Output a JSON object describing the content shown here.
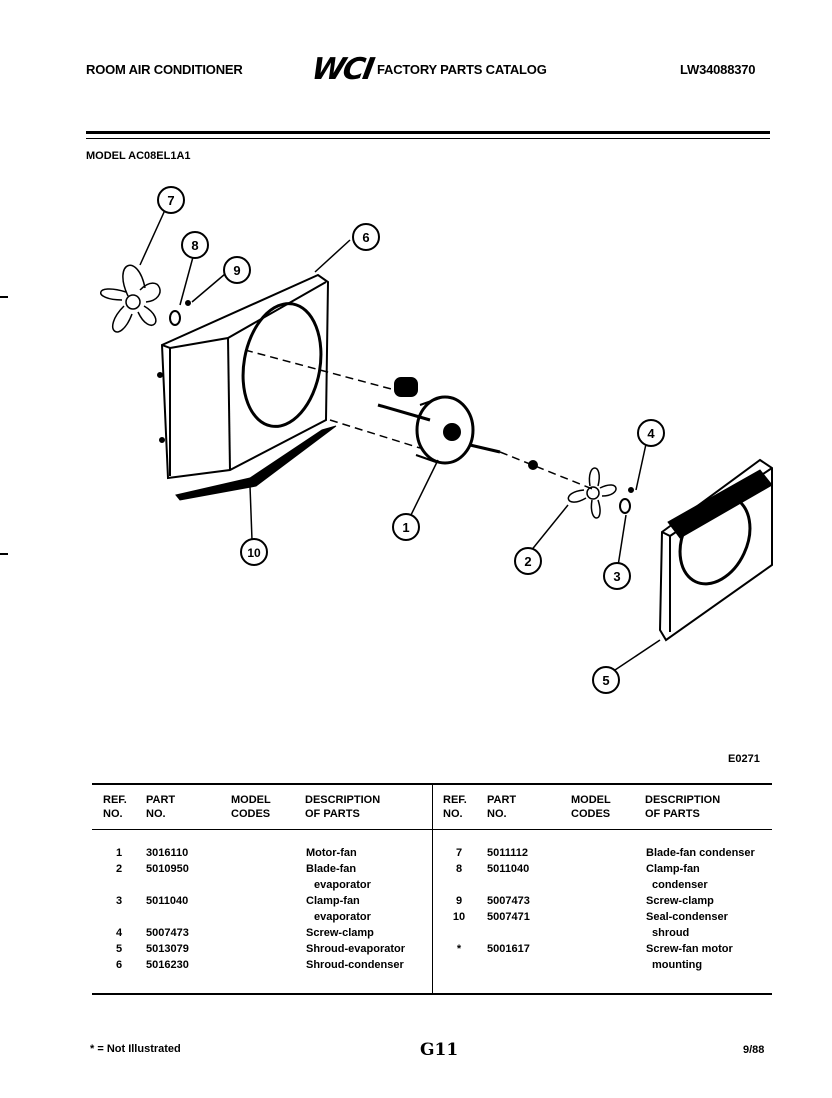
{
  "header": {
    "left": "ROOM AIR CONDITIONER",
    "logo": "WCI",
    "center": "FACTORY PARTS CATALOG",
    "right": "LW34088370"
  },
  "model": "MODEL AC08EL1A1",
  "diagram": {
    "code": "E0271",
    "callouts": [
      "1",
      "2",
      "3",
      "4",
      "5",
      "6",
      "7",
      "8",
      "9",
      "10"
    ]
  },
  "table": {
    "headers": {
      "ref": [
        "REF.",
        "NO."
      ],
      "part": [
        "PART",
        "NO."
      ],
      "model": [
        "MODEL",
        "CODES"
      ],
      "desc": [
        "DESCRIPTION",
        "OF PARTS"
      ]
    },
    "left_rows": [
      {
        "ref": "1",
        "part": "3016110",
        "desc": [
          "Motor-fan"
        ]
      },
      {
        "ref": "2",
        "part": "5010950",
        "desc": [
          "Blade-fan",
          "evaporator"
        ]
      },
      {
        "ref": "3",
        "part": "5011040",
        "desc": [
          "Clamp-fan",
          "evaporator"
        ]
      },
      {
        "ref": "4",
        "part": "5007473",
        "desc": [
          "Screw-clamp"
        ]
      },
      {
        "ref": "5",
        "part": "5013079",
        "desc": [
          "Shroud-evaporator"
        ]
      },
      {
        "ref": "6",
        "part": "5016230",
        "desc": [
          "Shroud-condenser"
        ]
      }
    ],
    "right_rows": [
      {
        "ref": "7",
        "part": "5011112",
        "desc": [
          "Blade-fan condenser"
        ]
      },
      {
        "ref": "8",
        "part": "5011040",
        "desc": [
          "Clamp-fan",
          "condenser"
        ]
      },
      {
        "ref": "9",
        "part": "5007473",
        "desc": [
          "Screw-clamp"
        ]
      },
      {
        "ref": "10",
        "part": "5007471",
        "desc": [
          "Seal-condenser",
          "shroud"
        ]
      },
      {
        "ref": "*",
        "part": "5001617",
        "desc": [
          "Screw-fan motor",
          "mounting"
        ]
      }
    ]
  },
  "footer": {
    "footnote": "* = Not Illustrated",
    "page": "G11",
    "date": "9/88"
  }
}
